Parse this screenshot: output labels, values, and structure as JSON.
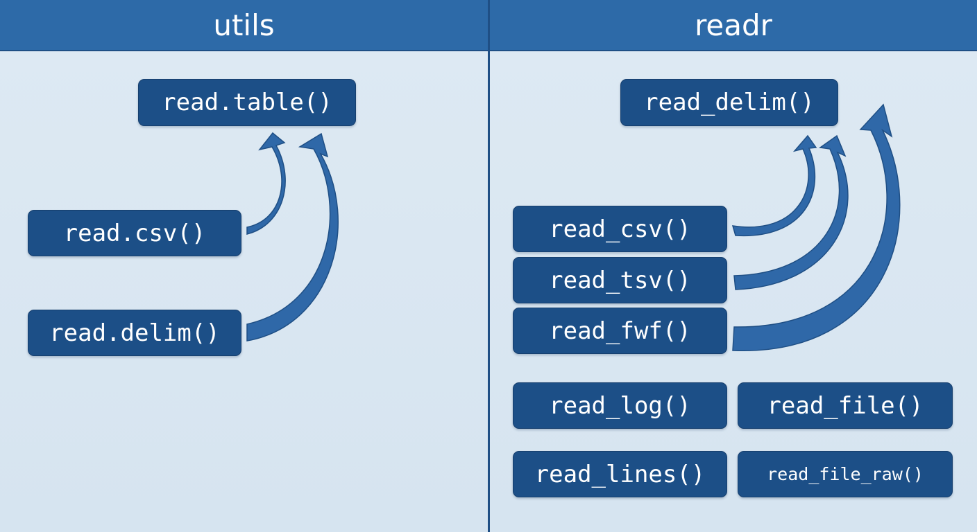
{
  "panels": {
    "left": {
      "title": "utils"
    },
    "right": {
      "title": "readr"
    }
  },
  "utils": {
    "base": "read.table()",
    "wrappers": [
      "read.csv()",
      "read.delim()"
    ]
  },
  "readr": {
    "base": "read_delim()",
    "wrappers": [
      "read_csv()",
      "read_tsv()",
      "read_fwf()"
    ],
    "others": [
      "read_log()",
      "read_file()",
      "read_lines()",
      "read_file_raw()"
    ]
  },
  "colors": {
    "header": "#2d6aa8",
    "box": "#1c4f87",
    "arrow": "#2f68a8",
    "background": "#dde9f3"
  }
}
